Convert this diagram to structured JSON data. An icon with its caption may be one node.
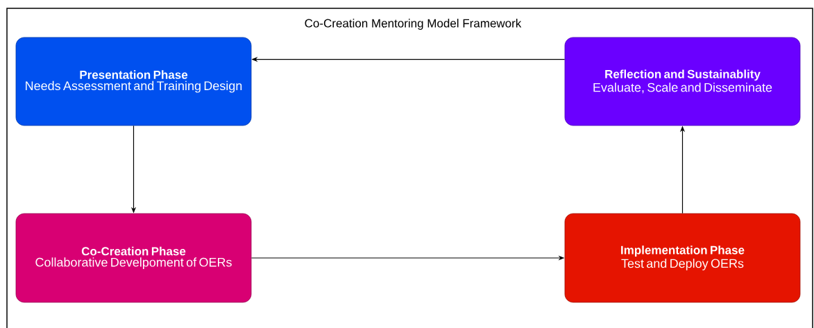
{
  "diagram": {
    "title": "Co-Creation Mentoring Model Framework",
    "nodes": [
      {
        "text": [
          "Presentation Phase",
          "Needs Assessment and Training Design"
        ]
      },
      {
        "text": [
          "Reflection and Sustainablity",
          "Evaluate, Scale and Disseminate"
        ]
      },
      {
        "text": [
          "Co-Creation Phase",
          "Collaborative Develpoment of OERs"
        ]
      },
      {
        "text": [
          "Implementation Phase",
          "Test and Deploy OERs"
        ]
      }
    ],
    "edges": [
      {
        "from": 1,
        "to": 0,
        "arrow": "to"
      },
      {
        "from": 0,
        "to": 2,
        "arrow": "to"
      },
      {
        "from": 2,
        "to": 3,
        "arrow": "to"
      },
      {
        "from": 3,
        "to": 1,
        "arrow": "to"
      }
    ]
  }
}
